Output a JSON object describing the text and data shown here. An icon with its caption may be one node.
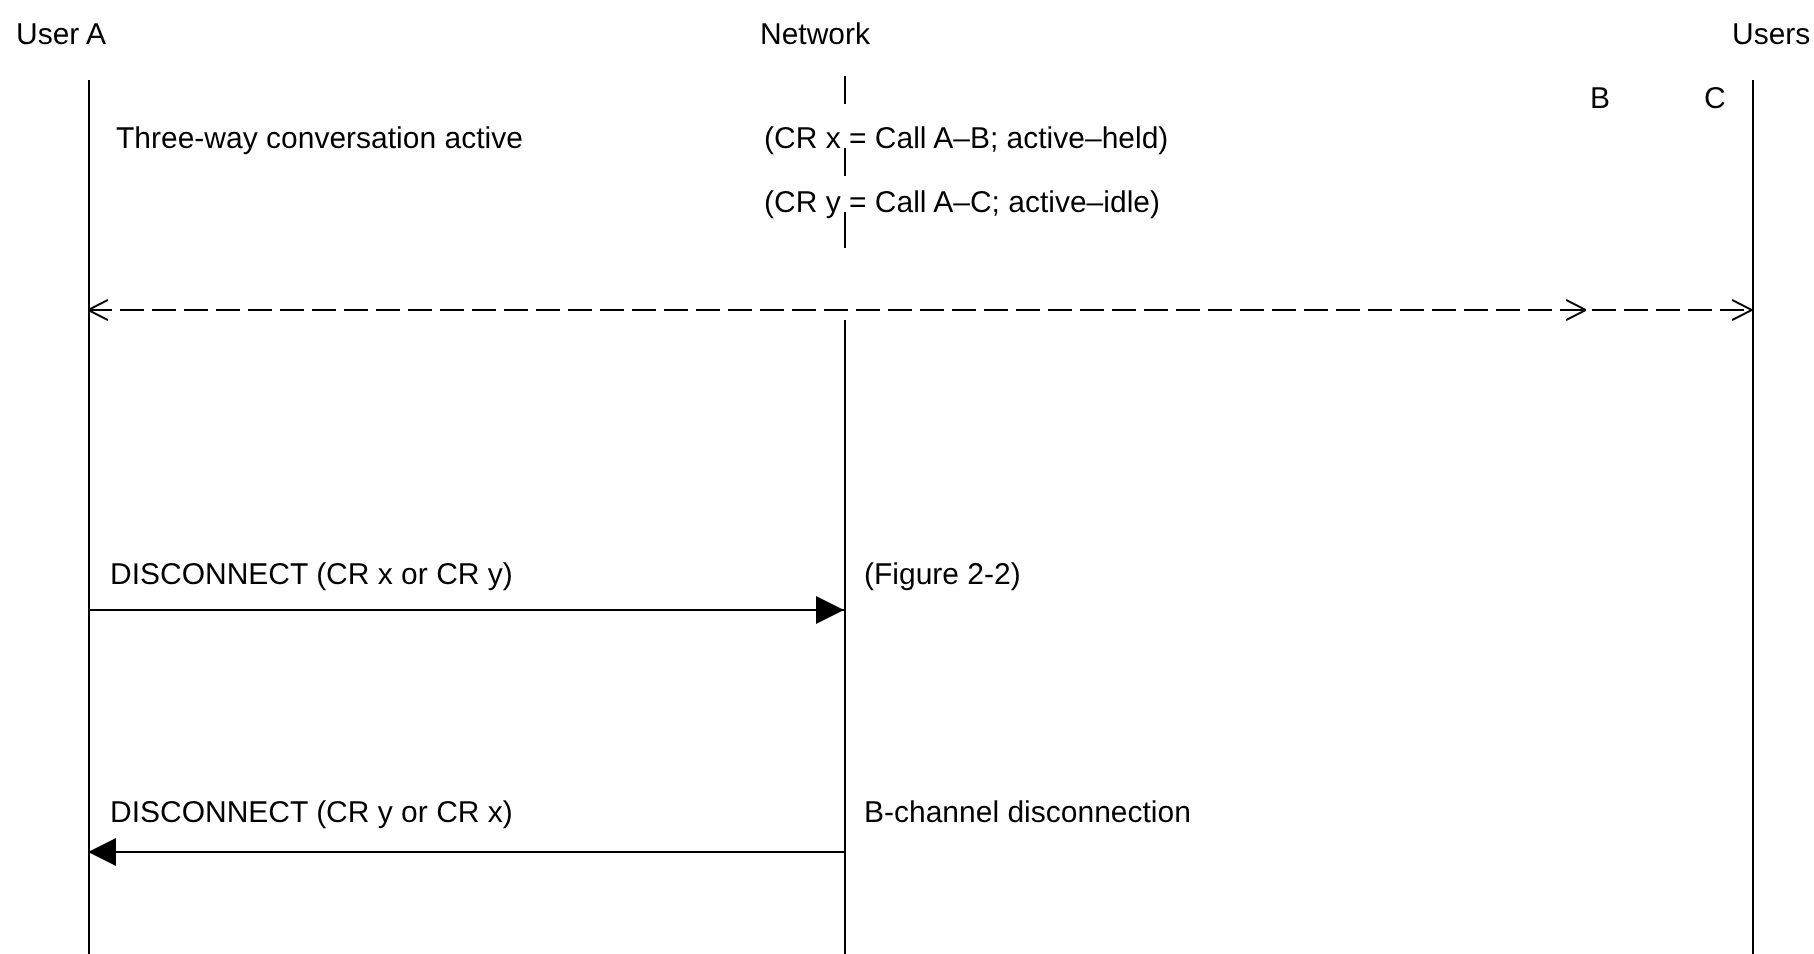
{
  "diagram": {
    "nodes": [
      {
        "text": [
          "User A"
        ]
      },
      {
        "text": [
          "Network"
        ]
      },
      {
        "text": [
          "Users"
        ],
        "beside": [
          "B",
          "C"
        ]
      }
    ],
    "edges": [
      {
        "from": 0,
        "to": 2,
        "arrow": "both",
        "style": "dashed"
      },
      {
        "from": 0,
        "to": 1,
        "arrow": "to",
        "label": "DISCONNECT (CR x or CR y)"
      },
      {
        "from": 1,
        "to": 0,
        "arrow": "to",
        "label": "DISCONNECT (CR y or CR x)"
      }
    ],
    "labels": [
      "Three-way conversation active",
      "(CR x = Call A–B; active–held)",
      "(CR y = Call A–C; active–idle)",
      "(Figure 2-2)",
      "B-channel disconnection"
    ]
  }
}
